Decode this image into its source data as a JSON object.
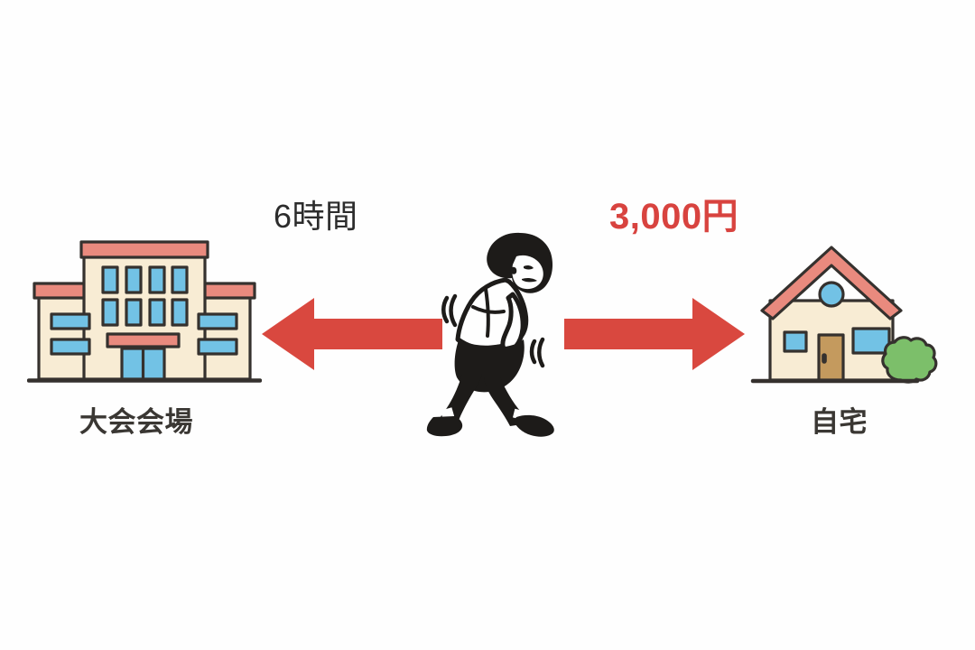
{
  "scene": {
    "title": "trade-off diagram: travel time versus cost",
    "background_color": "#fefefe"
  },
  "labels": {
    "time": "6時間",
    "cost": "3,000円",
    "venue": "大会会場",
    "home": "自宅"
  },
  "colors": {
    "arrow_red": "#d9483f",
    "cost_text_red": "#d8433f",
    "dark_text": "#3a3733",
    "time_text": "#2c2c2c",
    "wall_cream": "#f8ecd4",
    "roof_salmon": "#e98a7e",
    "window_blue": "#72c2e5",
    "outline_dark": "#35312e",
    "door_brown": "#c49a5e",
    "bush_green": "#7cbf6a",
    "figure_black": "#1d1b19"
  },
  "icons": {
    "venue": "building-icon",
    "home": "house-icon",
    "walker": "tired-walking-person-icon",
    "arrow_to_venue": "arrow-left-icon",
    "arrow_to_home": "arrow-right-icon",
    "bush": "bush-icon",
    "motion": "motion-lines-icon"
  },
  "chart_data": {
    "type": "diagram",
    "title": "",
    "nodes": [
      {
        "id": "venue",
        "label": "大会会場",
        "side": "left",
        "icon": "building-icon"
      },
      {
        "id": "person",
        "label": "",
        "side": "center",
        "icon": "tired-walking-person-icon"
      },
      {
        "id": "home",
        "label": "自宅",
        "side": "right",
        "icon": "house-icon"
      }
    ],
    "edges": [
      {
        "from": "person",
        "to": "venue",
        "label": "6時間",
        "direction": "left",
        "color": "#d9483f"
      },
      {
        "from": "person",
        "to": "home",
        "label": "3,000円",
        "direction": "right",
        "color": "#d9483f"
      }
    ]
  }
}
